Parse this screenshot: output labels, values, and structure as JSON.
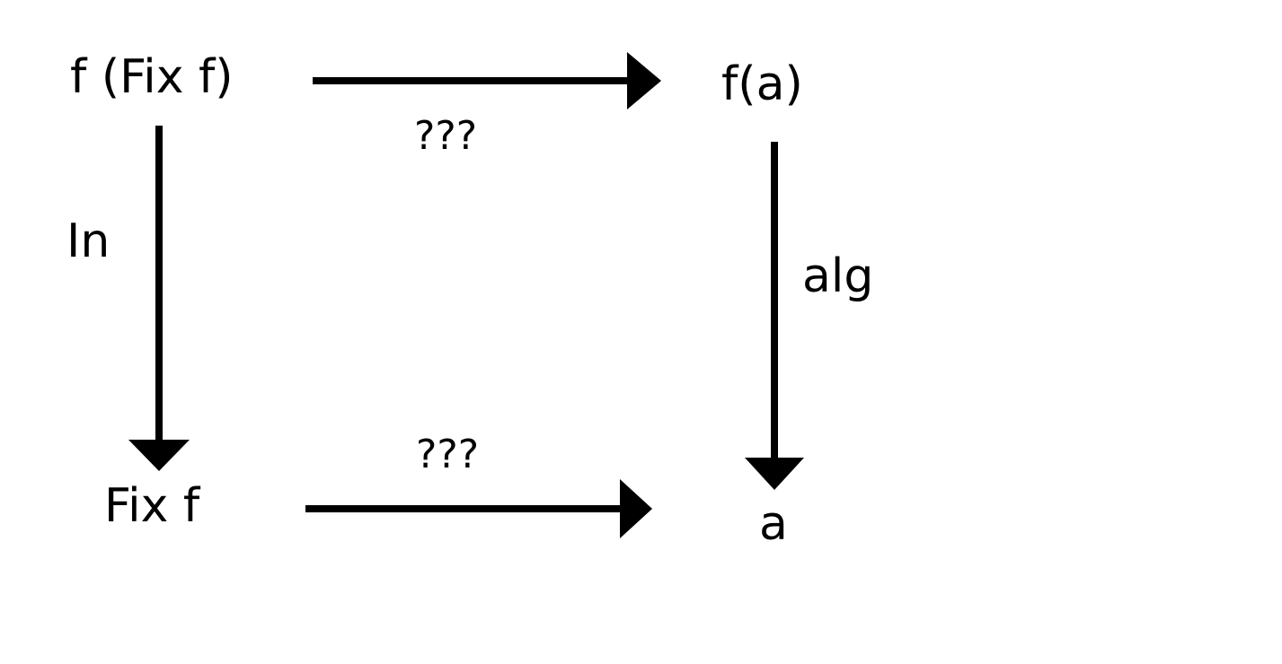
{
  "nodes": {
    "top_left": "f (Fix f)",
    "top_right": "f(a)",
    "bottom_left": "Fix f",
    "bottom_right": "a"
  },
  "edges": {
    "top": {
      "label": "???",
      "from": "f (Fix f)",
      "to": "f(a)"
    },
    "left": {
      "label": "In",
      "from": "f (Fix f)",
      "to": "Fix f"
    },
    "right": {
      "label": "alg",
      "from": "f(a)",
      "to": "a"
    },
    "bottom": {
      "label": "???",
      "from": "Fix f",
      "to": "a"
    }
  },
  "colors": {
    "stroke": "#000000",
    "background": "#ffffff"
  }
}
